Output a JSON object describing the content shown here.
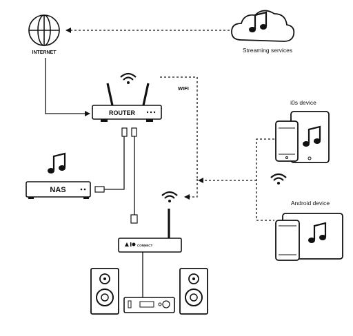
{
  "nodes": {
    "internet": {
      "label": "INTERNET"
    },
    "streaming": {
      "label": "Streaming services"
    },
    "router": {
      "label": "ROUTER"
    },
    "wifi": {
      "label": "WIFI"
    },
    "nas": {
      "label": "NAS"
    },
    "ios": {
      "label": "i0s device"
    },
    "android": {
      "label": "Android device"
    },
    "streamer": {
      "label": "CONNECT"
    }
  },
  "icons": [
    "globe-icon",
    "cloud-icon",
    "music-note-icon",
    "wifi-icon",
    "router-icon",
    "nas-icon",
    "phone-icon",
    "tablet-icon",
    "streamer-icon",
    "speaker-icon",
    "amplifier-icon",
    "ethernet-plug-icon"
  ],
  "colors": {
    "line": "#111111",
    "background": "#ffffff"
  }
}
